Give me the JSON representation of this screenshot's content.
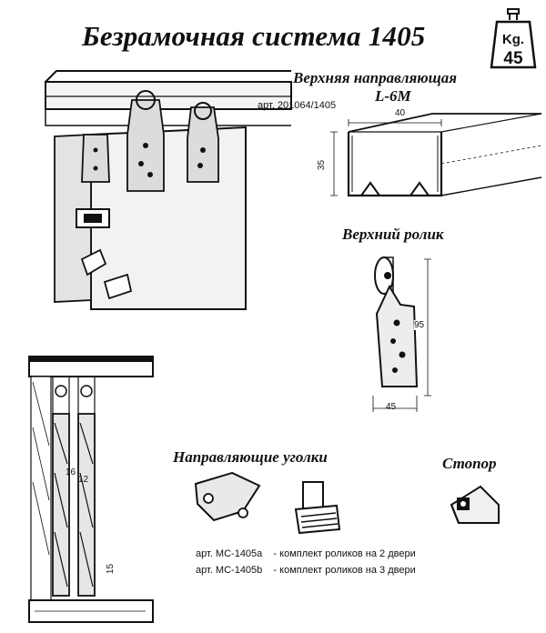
{
  "title": "Безрамочная система 1405",
  "weight_badge": {
    "unit": "Kg.",
    "value": "45"
  },
  "rail": {
    "heading": "Верхняя направляющая",
    "model": "L-6M",
    "article": "арт. 201064/1405",
    "dim_width": "40",
    "dim_height": "35"
  },
  "roller": {
    "heading": "Верхний ролик",
    "dim_height": "95",
    "dim_width": "45"
  },
  "section_dims": {
    "a": "16",
    "b": "12",
    "c": "15"
  },
  "guides": {
    "heading": "Направляющие уголки"
  },
  "stopper": {
    "heading": "Стопор"
  },
  "kits": [
    {
      "article": "арт. MC-1405a",
      "description": "-  комплект роликов на 2 двери"
    },
    {
      "article": "арт. MC-1405b",
      "description": "-  комплект роликов на 3 двери"
    }
  ]
}
